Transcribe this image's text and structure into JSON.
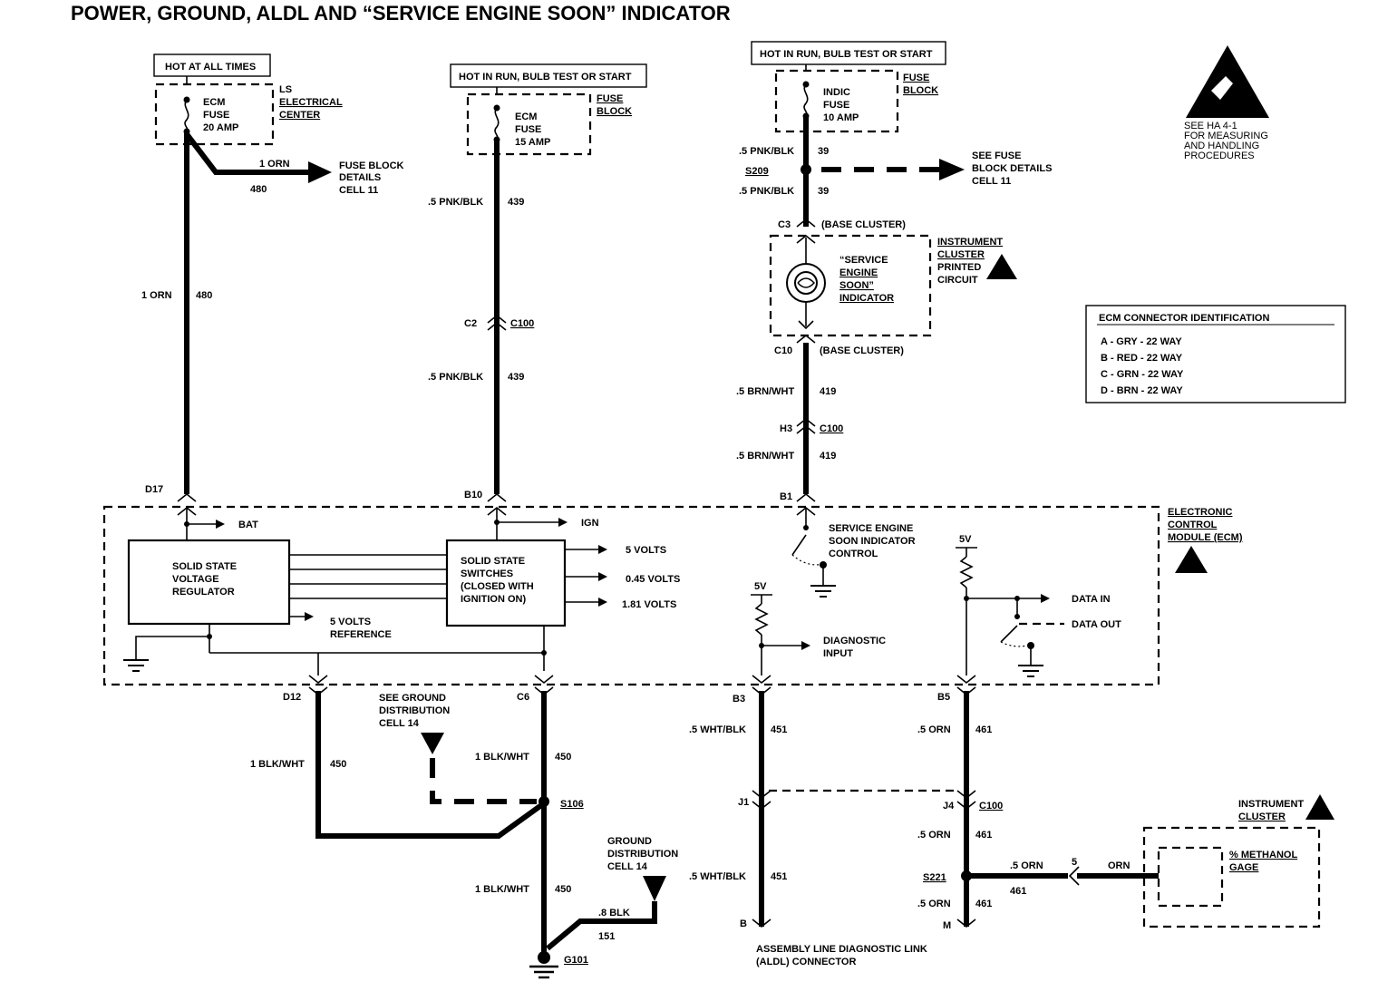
{
  "title": "POWER, GROUND, ALDL AND “SERVICE ENGINE SOON” INDICATOR",
  "sources": {
    "hot_all": "HOT AT ALL TIMES",
    "hot_run_1": "HOT IN RUN, BULB TEST OR START",
    "hot_run_2": "HOT IN RUN, BULB TEST OR START"
  },
  "fuses": {
    "ecm20": {
      "l1": "ECM",
      "l2": "FUSE",
      "l3": "20 AMP",
      "loc1": "LS",
      "loc2": "ELECTRICAL",
      "loc3": "CENTER"
    },
    "ecm15": {
      "l1": "ECM",
      "l2": "FUSE",
      "l3": "15 AMP",
      "loc1": "FUSE",
      "loc2": "BLOCK"
    },
    "indic": {
      "l1": "INDIC",
      "l2": "FUSE",
      "l3": "10 AMP",
      "loc1": "FUSE",
      "loc2": "BLOCK"
    }
  },
  "fuse_block_ref_1": {
    "l1": "FUSE BLOCK",
    "l2": "DETAILS",
    "l3": "CELL 11"
  },
  "fuse_block_ref_2": {
    "l1": "SEE FUSE",
    "l2": "BLOCK DETAILS",
    "l3": "CELL 11"
  },
  "esd": {
    "l1": "SEE HA 4-1",
    "l2": "FOR MEASURING",
    "l3": "AND HANDLING",
    "l4": "PROCEDURES"
  },
  "wires": {
    "orn1": "1 ORN",
    "c480": "480",
    "pnkblk5": ".5 PNK/BLK",
    "c439": "439",
    "c39": "39",
    "brnwht5": ".5 BRN/WHT",
    "c419": "419",
    "blkwht1": "1 BLK/WHT",
    "c450": "450",
    "whtblk5": ".5 WHT/BLK",
    "c451": "451",
    "orn5": ".5 ORN",
    "c461": "461",
    "blk8": ".8 BLK",
    "c151": "151",
    "orn": "ORN",
    "pin5": "5"
  },
  "connectors": {
    "c2": "C2",
    "c100": "C100",
    "c3": "C3",
    "c10": "C10",
    "h3": "H3",
    "d17": "D17",
    "b10": "B10",
    "b1": "B1",
    "d12": "D12",
    "c6": "C6",
    "b3": "B3",
    "b5": "B5",
    "j1": "J1",
    "j4": "J4",
    "b": "B",
    "m": "M"
  },
  "splices": {
    "s209": "S209",
    "s106": "S106",
    "s221": "S221",
    "g101": "G101"
  },
  "base_cluster": "(BASE CLUSTER)",
  "indicator": {
    "l1": "“SERVICE",
    "l2": "ENGINE",
    "l3": "SOON”",
    "l4": "INDICATOR"
  },
  "instrument_cluster_pc": {
    "l1": "INSTRUMENT",
    "l2": "CLUSTER",
    "l3": "PRINTED",
    "l4": "CIRCUIT"
  },
  "ecm_id": {
    "title": "ECM CONNECTOR IDENTIFICATION",
    "rows": [
      "A - GRY - 22 WAY",
      "B - RED - 22 WAY",
      "C - GRN - 22 WAY",
      "D - BRN - 22 WAY"
    ]
  },
  "ecm": {
    "label1": "ELECTRONIC",
    "label2": "CONTROL",
    "label3": "MODULE (ECM)",
    "bat": "BAT",
    "ign": "IGN",
    "reg1": "SOLID STATE",
    "reg2": "VOLTAGE",
    "reg3": "REGULATOR",
    "sw1": "SOLID STATE",
    "sw2": "SWITCHES",
    "sw3": "(CLOSED WITH",
    "sw4": "IGNITION ON)",
    "v5": "5 VOLTS",
    "v045": "0.45 VOLTS",
    "v181": "1.81 VOLTS",
    "ref1": "5 VOLTS",
    "ref2": "REFERENCE",
    "ses1": "SERVICE ENGINE",
    "ses2": "SOON INDICATOR",
    "ses3": "CONTROL",
    "sv1": "5V",
    "sv2": "5V",
    "diag1": "DIAGNOSTIC",
    "diag2": "INPUT",
    "datain": "DATA IN",
    "dataout": "DATA OUT"
  },
  "ground_ref_1": {
    "l1": "SEE GROUND",
    "l2": "DISTRIBUTION",
    "l3": "CELL 14"
  },
  "ground_ref_2": {
    "l1": "GROUND",
    "l2": "DISTRIBUTION",
    "l3": "CELL 14"
  },
  "aldl": {
    "l1": "ASSEMBLY LINE DIAGNOSTIC LINK",
    "l2": "(ALDL) CONNECTOR"
  },
  "instrument_cluster": {
    "l1": "INSTRUMENT",
    "l2": "CLUSTER"
  },
  "methanol": {
    "l1": "% METHANOL",
    "l2": "GAGE"
  }
}
